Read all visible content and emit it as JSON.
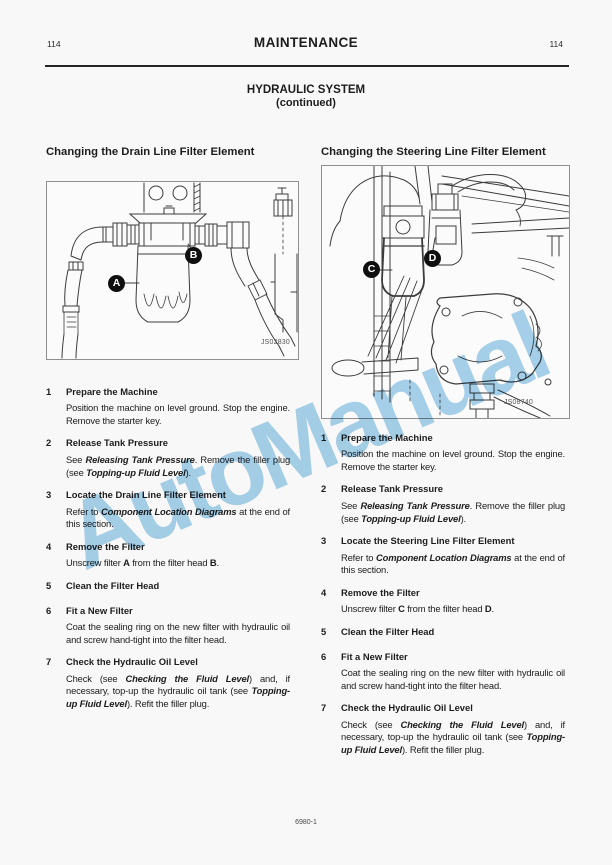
{
  "page": {
    "page_number_left": "114",
    "header_title": "MAINTENANCE",
    "page_number_right": "114",
    "section_title": "HYDRAULIC SYSTEM",
    "section_subtitle": "(continued)",
    "footer_code": "6980-1",
    "watermark_text": "AutoManual"
  },
  "colors": {
    "page_bg": "#f8f8f8",
    "text": "#1c1c1c",
    "watermark": "#a8d2ec",
    "badge": "#0f0f0f"
  },
  "left_column": {
    "heading": "Changing the Drain Line Filter Element",
    "figure": {
      "code": "JS02830",
      "badges": [
        {
          "label": "A"
        },
        {
          "label": "B"
        }
      ]
    },
    "steps": [
      {
        "num": "1",
        "title": "Prepare the Machine",
        "paras": [
          [
            {
              "t": "Position the machine on level ground. Stop the engine. Remove the starter key."
            }
          ]
        ]
      },
      {
        "num": "2",
        "title": "Release Tank Pressure",
        "paras": [
          [
            {
              "t": "See "
            },
            {
              "t": "Releasing Tank Pressure",
              "bi": true
            },
            {
              "t": ". Remove the filler plug (see "
            },
            {
              "t": "Topping-up Fluid Level",
              "bi": true
            },
            {
              "t": ")."
            }
          ]
        ]
      },
      {
        "num": "3",
        "title": "Locate the Drain Line Filter Element",
        "paras": [
          [
            {
              "t": "Refer to "
            },
            {
              "t": "Component Location Diagrams",
              "bi": true
            },
            {
              "t": " at the end of this section."
            }
          ]
        ]
      },
      {
        "num": "4",
        "title": "Remove the Filter",
        "paras": [
          [
            {
              "t": "Unscrew filter "
            },
            {
              "t": "A",
              "b": true
            },
            {
              "t": " from the filter head "
            },
            {
              "t": "B",
              "b": true
            },
            {
              "t": "."
            }
          ]
        ]
      },
      {
        "num": "5",
        "title": "Clean the Filter Head",
        "paras": []
      },
      {
        "num": "6",
        "title": "Fit a New Filter",
        "paras": [
          [
            {
              "t": "Coat the sealing ring on the new filter with hydraulic oil and screw hand-tight into the filter head."
            }
          ]
        ]
      },
      {
        "num": "7",
        "title": "Check the Hydraulic Oil Level",
        "paras": [
          [
            {
              "t": "Check (see "
            },
            {
              "t": "Checking the Fluid Level",
              "bi": true
            },
            {
              "t": ") and, if necessary, top-up the hydraulic oil tank (see "
            },
            {
              "t": "Topping-up Fluid Level",
              "bi": true
            },
            {
              "t": "). Refit the filler plug."
            }
          ]
        ]
      }
    ]
  },
  "right_column": {
    "heading": "Changing the Steering Line Filter Element",
    "figure": {
      "code": "JS08740",
      "badges": [
        {
          "label": "C"
        },
        {
          "label": "D"
        }
      ]
    },
    "steps": [
      {
        "num": "1",
        "title": "Prepare the Machine",
        "paras": [
          [
            {
              "t": "Position the machine on level ground. Stop the engine. Remove the starter key."
            }
          ]
        ]
      },
      {
        "num": "2",
        "title": "Release Tank Pressure",
        "paras": [
          [
            {
              "t": "See "
            },
            {
              "t": "Releasing Tank Pressure",
              "bi": true
            },
            {
              "t": ". Remove the filler plug (see "
            },
            {
              "t": "Topping-up Fluid Level",
              "bi": true
            },
            {
              "t": ")."
            }
          ]
        ]
      },
      {
        "num": "3",
        "title": "Locate the Steering Line Filter Element",
        "paras": [
          [
            {
              "t": "Refer to "
            },
            {
              "t": "Component Location Diagrams",
              "bi": true
            },
            {
              "t": " at the end of this section."
            }
          ]
        ]
      },
      {
        "num": "4",
        "title": "Remove the Filter",
        "paras": [
          [
            {
              "t": "Unscrew filter "
            },
            {
              "t": "C",
              "b": true
            },
            {
              "t": " from the filter head "
            },
            {
              "t": "D",
              "b": true
            },
            {
              "t": "."
            }
          ]
        ]
      },
      {
        "num": "5",
        "title": "Clean the Filter Head",
        "paras": []
      },
      {
        "num": "6",
        "title": "Fit a New Filter",
        "paras": [
          [
            {
              "t": "Coat the sealing ring on the new filter with hydraulic oil and screw hand-tight into the filter head."
            }
          ]
        ]
      },
      {
        "num": "7",
        "title": "Check the Hydraulic Oil Level",
        "paras": [
          [
            {
              "t": "Check (see "
            },
            {
              "t": "Checking the Fluid Level",
              "bi": true
            },
            {
              "t": ") and, if necessary, top-up the hydraulic oil tank (see "
            },
            {
              "t": "Topping-up Fluid Level",
              "bi": true
            },
            {
              "t": "). Refit the filler plug."
            }
          ]
        ]
      }
    ]
  }
}
